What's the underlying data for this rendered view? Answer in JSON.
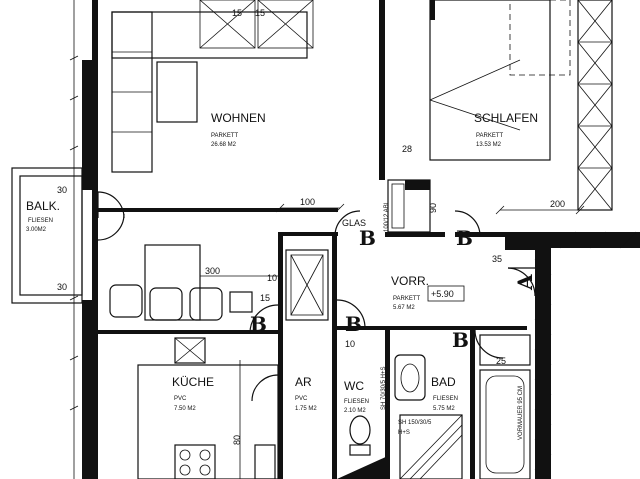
{
  "rooms": {
    "wohnen": {
      "name": "WOHNEN",
      "floor": "PARKETT",
      "area": "26.68 M2"
    },
    "schlafen": {
      "name": "SCHLAFEN",
      "floor": "PARKETT",
      "area": "13.53 M2"
    },
    "balkon": {
      "name": "BALK.",
      "floor": "FLIESEN",
      "area": "3.00M2"
    },
    "vorraum": {
      "name": "VORR.",
      "floor": "PARKETT",
      "area": "5.67 M2",
      "level": "+5.90"
    },
    "kueche": {
      "name": "KÜCHE",
      "floor": "PVC",
      "area": "7.50 M2"
    },
    "abstellraum": {
      "name": "AR",
      "floor": "PVC",
      "area": "1.75 M2"
    },
    "wc": {
      "name": "WC",
      "floor": "FLIESEN",
      "area": "2.10 M2"
    },
    "bad": {
      "name": "BAD",
      "floor": "FLIESEN",
      "area": "5.75 M2"
    }
  },
  "dimensions": {
    "d15a": "15",
    "d15b": "15",
    "d28": "28",
    "d90": "90",
    "d100": "100",
    "d200": "200",
    "d300": "300",
    "d10a": "10",
    "d15c": "15",
    "d10b": "10",
    "d35": "35",
    "d25": "25",
    "d30a": "30",
    "d30b": "30",
    "d80": "80"
  },
  "labels": {
    "glas": "GLAS",
    "sh_wc": "SH 70/30/5 H+S",
    "sh_bad": "SH 150/30/5",
    "hs": "H+S",
    "vormauer": "VORMAUER 95 CM",
    "marker_a": "A",
    "shaft_text": "100/12 ABL",
    "marker_b": "B"
  }
}
